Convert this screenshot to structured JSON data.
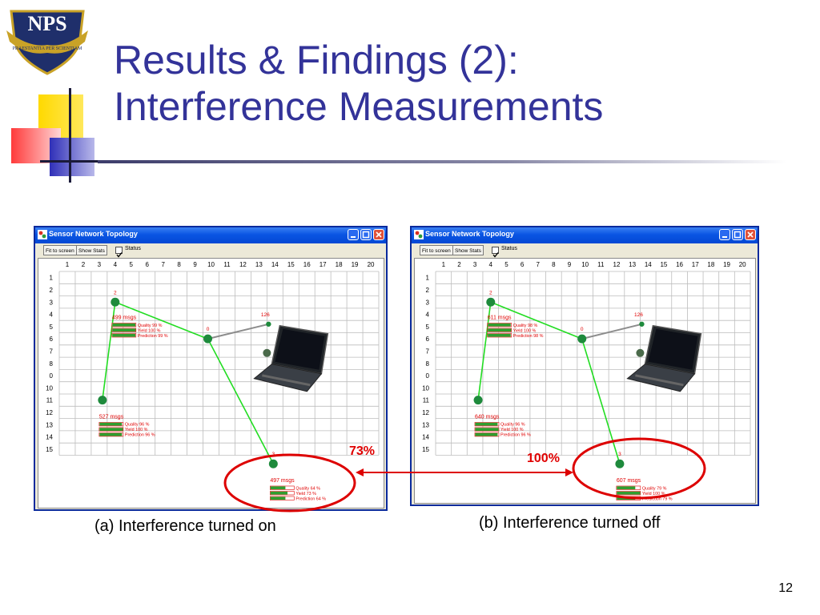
{
  "slide": {
    "title_line1": "Results & Findings (2):",
    "title_line2": "Interference Measurements",
    "number": "12",
    "logo_text": "NPS",
    "logo_motto": "PRAESTANTIA PER SCIENTIAM"
  },
  "colors": {
    "title": "#333399",
    "link_line": "#22dd22",
    "laptop_link": "#8c8c8c",
    "node": "#1e8a3c",
    "label_red": "#e00000",
    "callout_red": "#dd0000",
    "titlebar": "#0a55e3"
  },
  "windows": [
    {
      "title": "Sensor Network Topology",
      "buttons": {
        "fit": "Fit to screen",
        "stats": "Show Stats",
        "status": "Status"
      },
      "status_checked": true,
      "columns": [
        "1",
        "2",
        "3",
        "4",
        "5",
        "6",
        "7",
        "8",
        "9",
        "10",
        "11",
        "12",
        "13",
        "14",
        "15",
        "16",
        "17",
        "18",
        "19",
        "20"
      ],
      "rows": [
        "1",
        "2",
        "3",
        "4",
        "5",
        "6",
        "7",
        "8",
        "0",
        "10",
        "11",
        "12",
        "13",
        "14",
        "15"
      ],
      "nodes": [
        {
          "id": "2",
          "col": 4,
          "row": 3,
          "label": "2"
        },
        {
          "id": "0",
          "col": 9.8,
          "row": 6,
          "label": "0"
        },
        {
          "id": "126",
          "col": 13.6,
          "row": 4.8,
          "label": "126"
        },
        {
          "id": "A",
          "col": 3.2,
          "row": 11,
          "label": ""
        },
        {
          "id": "3",
          "col": 13.9,
          "row": 16.2,
          "label": "3"
        }
      ],
      "links": [
        [
          "2",
          "0"
        ],
        [
          "2",
          "A"
        ],
        [
          "0",
          "3"
        ]
      ],
      "laptop_link": [
        "0",
        "126"
      ],
      "stats": [
        {
          "node": "2",
          "msgs": "499 msgs",
          "quality": "Quality  99 %",
          "yield": "Yield  100 %",
          "prediction": "Prediction  99 %",
          "q": 0.99,
          "y": 1.0,
          "p": 0.99,
          "dc": 0.2,
          "dr": 0.8
        },
        {
          "node": "A",
          "msgs": "527 msgs",
          "quality": "Quality  96 %",
          "yield": "Yield  100 %",
          "prediction": "Prediction  96 %",
          "q": 0.96,
          "y": 1.0,
          "p": 0.96,
          "dc": 0.2,
          "dr": 0.9
        },
        {
          "node": "3",
          "msgs": "497 msgs",
          "quality": "Quality  64 %",
          "yield": "Yield  73 %",
          "prediction": "Prediction  64 %",
          "q": 0.64,
          "y": 0.73,
          "p": 0.64,
          "dc": 0.2,
          "dr": 0.9
        }
      ]
    },
    {
      "title": "Sensor Network Topology",
      "buttons": {
        "fit": "Fit to screen",
        "stats": "Show Stats",
        "status": "Status"
      },
      "status_checked": true,
      "columns": [
        "1",
        "2",
        "3",
        "4",
        "5",
        "6",
        "7",
        "8",
        "9",
        "10",
        "11",
        "12",
        "13",
        "14",
        "15",
        "16",
        "17",
        "18",
        "19",
        "20"
      ],
      "rows": [
        "1",
        "2",
        "3",
        "4",
        "5",
        "6",
        "7",
        "8",
        "0",
        "10",
        "11",
        "12",
        "13",
        "14",
        "15"
      ],
      "nodes": [
        {
          "id": "2",
          "col": 4,
          "row": 3,
          "label": "2"
        },
        {
          "id": "0",
          "col": 9.8,
          "row": 6,
          "label": "0"
        },
        {
          "id": "126",
          "col": 13.6,
          "row": 4.8,
          "label": "126"
        },
        {
          "id": "A",
          "col": 3.2,
          "row": 11,
          "label": ""
        },
        {
          "id": "3",
          "col": 12.2,
          "row": 16.2,
          "label": "3"
        }
      ],
      "links": [
        [
          "2",
          "0"
        ],
        [
          "2",
          "A"
        ],
        [
          "0",
          "3"
        ]
      ],
      "laptop_link": [
        "0",
        "126"
      ],
      "stats": [
        {
          "node": "2",
          "msgs": "611 msgs",
          "quality": "Quality  98 %",
          "yield": "Yield  100 %",
          "prediction": "Prediction  98 %",
          "q": 0.98,
          "y": 1.0,
          "p": 0.98,
          "dc": 0.2,
          "dr": 0.8
        },
        {
          "node": "A",
          "msgs": "640 msgs",
          "quality": "Quality  96 %",
          "yield": "Yield  100 %",
          "prediction": "Prediction  96 %",
          "q": 0.96,
          "y": 1.0,
          "p": 0.96,
          "dc": 0.2,
          "dr": 0.9
        },
        {
          "node": "3",
          "msgs": "607 msgs",
          "quality": "Quality  79 %",
          "yield": "Yield  100 %",
          "prediction": "Prediction  79 %",
          "q": 0.79,
          "y": 1.0,
          "p": 0.79,
          "dc": 0.2,
          "dr": 0.9
        }
      ]
    }
  ],
  "callouts": {
    "left": "73%",
    "right": "100%"
  },
  "captions": {
    "a": "(a) Interference turned on",
    "b": "(b) Interference turned off"
  }
}
